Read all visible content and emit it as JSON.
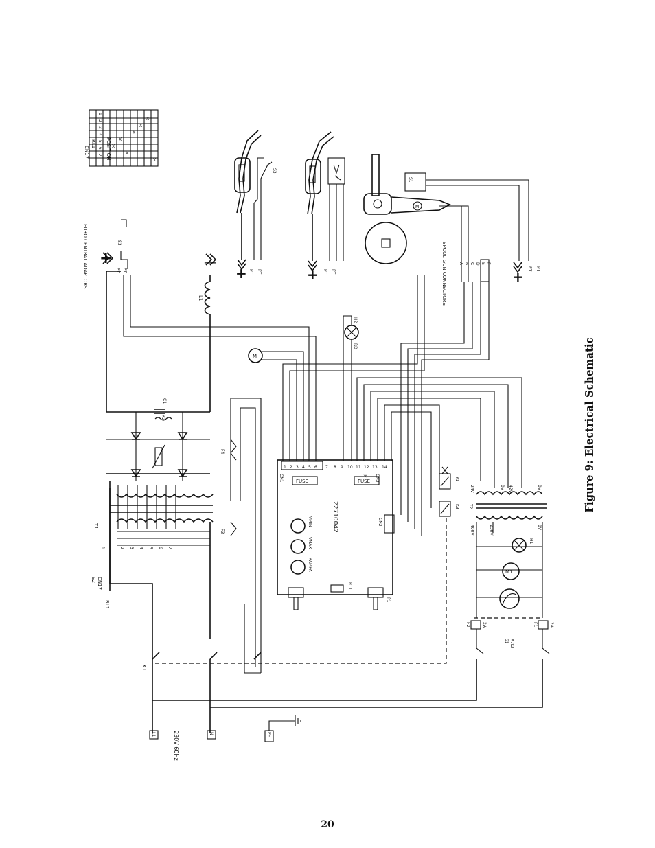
{
  "figure": {
    "caption": "Figure 9: Electrical Schematic",
    "page_number": "20"
  },
  "supply": {
    "l1": "L1",
    "n": "N",
    "pe": "PE",
    "rating": "230V 60Hz"
  },
  "components": {
    "k1": "K1",
    "rl1": "RL1",
    "s2": "S2",
    "s2_sub": "CN17",
    "t1": "T1",
    "t2": "T2",
    "f3": "F3",
    "f4": "F4",
    "l1": "L1",
    "c1": "C1",
    "r2": "R2",
    "m": "M",
    "h2": "H2",
    "rd": "RD",
    "y1": "Y1",
    "k3": "K3",
    "h1": "H1",
    "m1": "M1",
    "f1": "F1",
    "f2": "F2",
    "f1_rating": "2A",
    "f2_rating": "2A",
    "s1": "S1",
    "s1_sub": "A7I2",
    "s3": "S3",
    "s3b": "S3"
  },
  "transformer_taps": [
    "1",
    "2",
    "3",
    "4",
    "5",
    "6",
    "7"
  ],
  "t2_voltages": {
    "v24": "24V",
    "v0a": "0V",
    "v42": "42V",
    "v0b": "0V",
    "v400": "400V",
    "v230": "230V",
    "v0c": "0V"
  },
  "control_board": {
    "part_number": "22710042",
    "fuse1": "FUSE",
    "fuse2": "FUSE",
    "rampa": "RAMPA",
    "vmax": "VMAX",
    "vmin": "VMIN",
    "rt1": "RT1",
    "p1": "P1",
    "cn1": "CN1",
    "cn2": "CN2",
    "cn3": "CN3",
    "jp": "JP",
    "pins": [
      "1",
      "2",
      "3",
      "4",
      "5",
      "6",
      "7",
      "8",
      "9",
      "10",
      "11",
      "12",
      "13",
      "14"
    ]
  },
  "euro_adaptor": {
    "label": "EURO CENTRAL ADAPTORS",
    "pt1": "PT",
    "pt2": "PT"
  },
  "spool_gun": {
    "label": "SPOOL GUN CONNECTORS",
    "pins": [
      "A",
      "B",
      "C",
      "D",
      "E",
      "F"
    ]
  },
  "terminals": {
    "pt": "PT",
    "plus": "+",
    "minus": "—"
  },
  "position_table": {
    "header_left": "CN17",
    "header_right": "RL1",
    "row_label": "POSITION",
    "col_numbers": [
      "1",
      "2",
      "3",
      "4",
      "5",
      "6",
      "7"
    ],
    "marker": "X"
  }
}
